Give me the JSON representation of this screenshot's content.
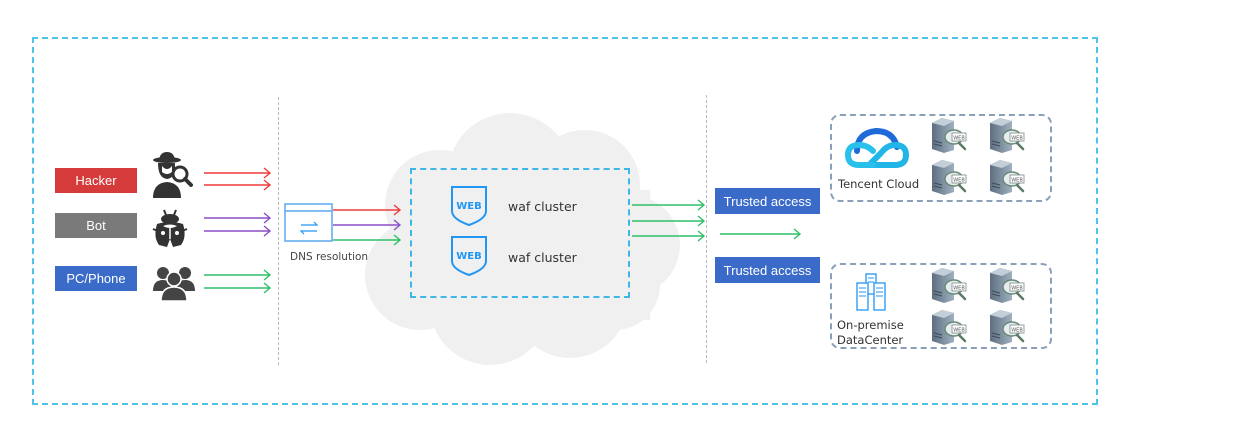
{
  "sources": [
    {
      "label": "Hacker",
      "color": "#d63b3b",
      "icon": "hacker-icon",
      "arrow_color": "#f03a3a"
    },
    {
      "label": "Bot",
      "color": "#7a7a7a",
      "icon": "bot-bug-icon",
      "arrow_color": "#8a4fc7"
    },
    {
      "label": "PC/Phone",
      "color": "#3b6bc9",
      "icon": "users-group-icon",
      "arrow_color": "#2fbf68"
    }
  ],
  "dns": {
    "label": "DNS resolution",
    "icon": "dns-switch-icon"
  },
  "waf": {
    "clusters": [
      {
        "label": "waf cluster",
        "icon": "web-shield-icon"
      },
      {
        "label": "waf cluster",
        "icon": "web-shield-icon"
      }
    ]
  },
  "trusted": [
    {
      "label": "Trusted access"
    },
    {
      "label": "Trusted access"
    }
  ],
  "destinations": [
    {
      "label": "Tencent Cloud",
      "icon": "tencent-cloud-logo-icon",
      "servers": 4
    },
    {
      "label": "On-premise DataCenter",
      "label_line1": "On-premise",
      "label_line2": "DataCenter",
      "icon": "datacenter-servers-icon",
      "servers": 4
    }
  ],
  "colors": {
    "border_dashed": "#4fc3ea",
    "accent_blue": "#3b6bc9",
    "arrow_red": "#f03a3a",
    "arrow_purple": "#8a4fc7",
    "arrow_green": "#2fbf68",
    "icon_blue": "#2196f3"
  }
}
